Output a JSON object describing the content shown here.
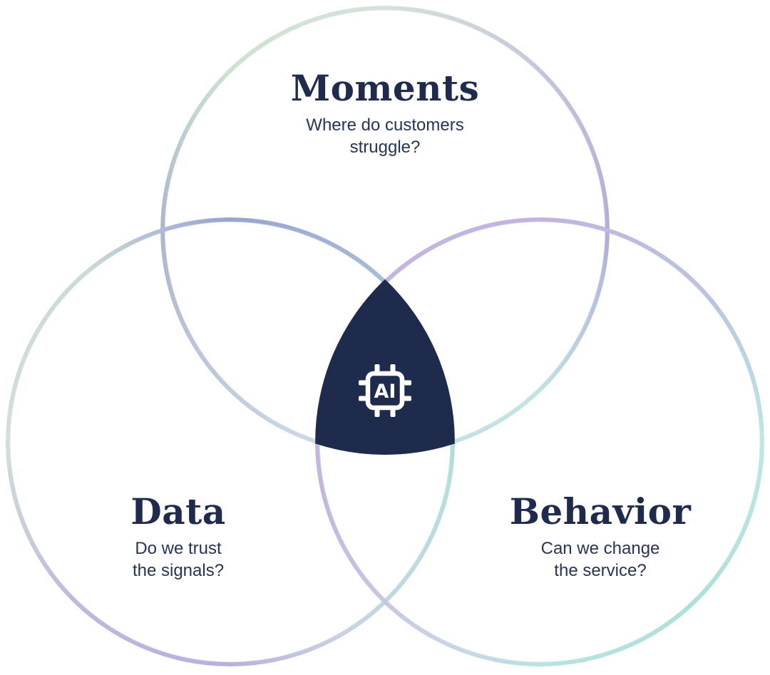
{
  "venn": {
    "center_fill": "#1F2B4D",
    "title_color": "#1F2B4D",
    "subtitle_color": "#263556",
    "center": {
      "icon": "ai-chip-icon",
      "icon_label": "AI",
      "icon_color": "#FFFFFF"
    },
    "circles": [
      {
        "name": "moments",
        "label": "Moments",
        "question_lines": [
          "Where do customers",
          "struggle?"
        ],
        "gradient": [
          [
            0,
            "#D6E2DB"
          ],
          [
            90,
            "#B1ACD6"
          ],
          [
            138,
            "#C2E3E3"
          ],
          [
            200,
            "#CBD8E5"
          ],
          [
            270,
            "#ABB5CE"
          ],
          [
            315,
            "#CBE2D1"
          ],
          [
            360,
            "#D6E2DB"
          ]
        ]
      },
      {
        "name": "data",
        "label": "Data",
        "question_lines": [
          "Do we trust",
          "the signals?"
        ],
        "gradient": [
          [
            0,
            "#99A3D0"
          ],
          [
            100,
            "#B5DFDD"
          ],
          [
            150,
            "#C9D3E2"
          ],
          [
            180,
            "#B7B0DC"
          ],
          [
            225,
            "#BDBADC"
          ],
          [
            270,
            "#D3DFD8"
          ],
          [
            320,
            "#CBDAD6"
          ],
          [
            360,
            "#99A3D0"
          ]
        ]
      },
      {
        "name": "behavior",
        "label": "Behavior",
        "question_lines": [
          "Can we change",
          "the service?"
        ],
        "gradient": [
          [
            0,
            "#C2B4DF"
          ],
          [
            50,
            "#B9C4DF"
          ],
          [
            90,
            "#BFE6E6"
          ],
          [
            135,
            "#AEDFDA"
          ],
          [
            180,
            "#B9E3E0"
          ],
          [
            205,
            "#C9D4E6"
          ],
          [
            230,
            "#C4C4E2"
          ],
          [
            255,
            "#C2B8DF"
          ],
          [
            360,
            "#C2B4DF"
          ]
        ]
      }
    ]
  }
}
